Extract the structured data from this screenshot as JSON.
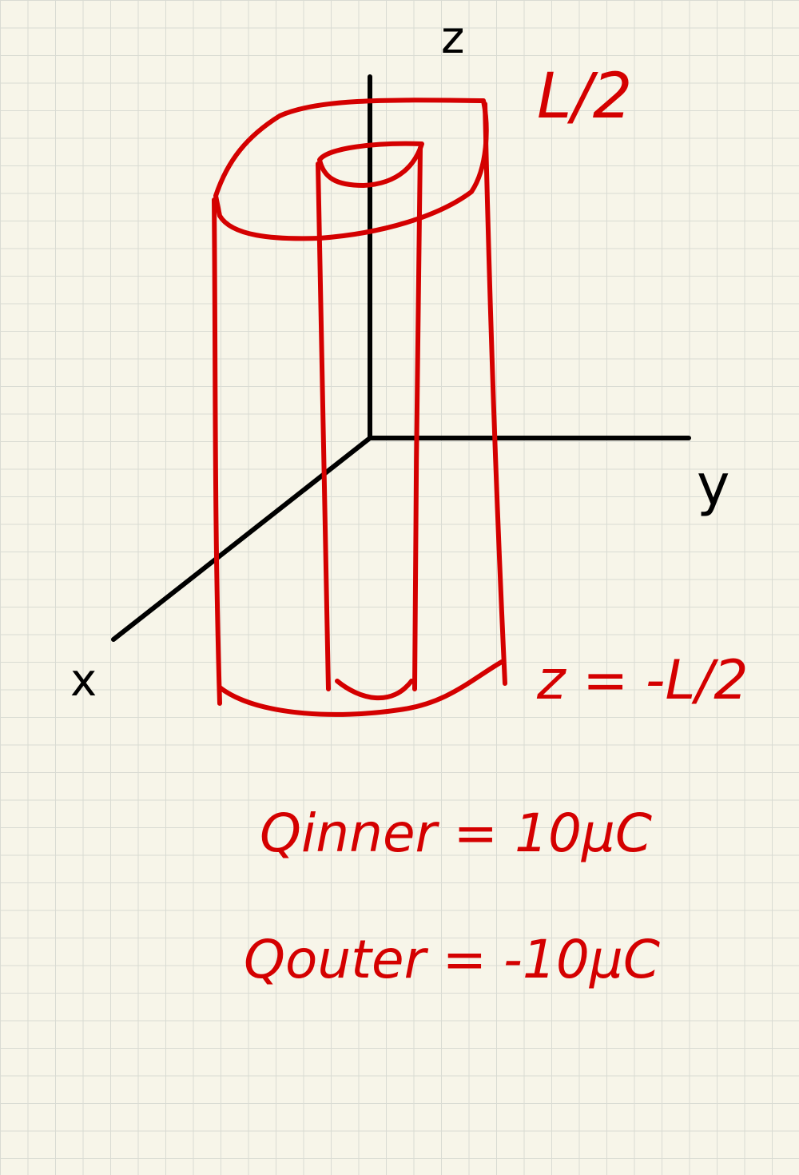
{
  "axes": {
    "x_label": "x",
    "y_label": "y",
    "z_label": "z"
  },
  "annotations": {
    "top_label": "L/2",
    "bottom_label": "z = -L/2",
    "q_inner": "Qinner = 10μC",
    "q_outer": "Qouter = -10μC"
  },
  "colors": {
    "ink": "#000000",
    "red_ink": "#d40000",
    "paper": "#f7f5e9",
    "grid": "#d9dbd3"
  }
}
